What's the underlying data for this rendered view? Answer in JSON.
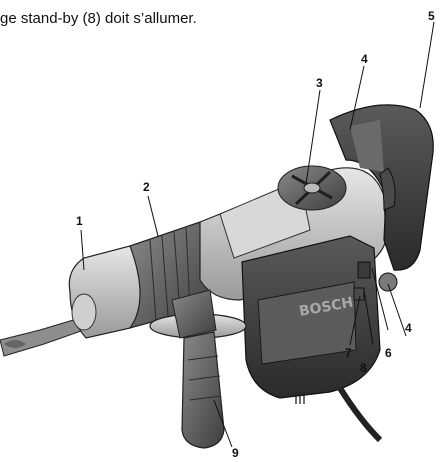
{
  "caption": "ge stand-by (8) doit s’allumer.",
  "brand_text": "BOSCH",
  "callouts": {
    "c1": "1",
    "c2": "2",
    "c3": "3",
    "c4_top": "4",
    "c4_right": "4",
    "c5": "5",
    "c6": "6",
    "c7": "7",
    "c8": "8",
    "c9": "9"
  },
  "colors": {
    "body_dark": "#3a3a3a",
    "body_mid": "#6e6e6e",
    "body_light": "#bdbdbd",
    "line": "#111111"
  }
}
